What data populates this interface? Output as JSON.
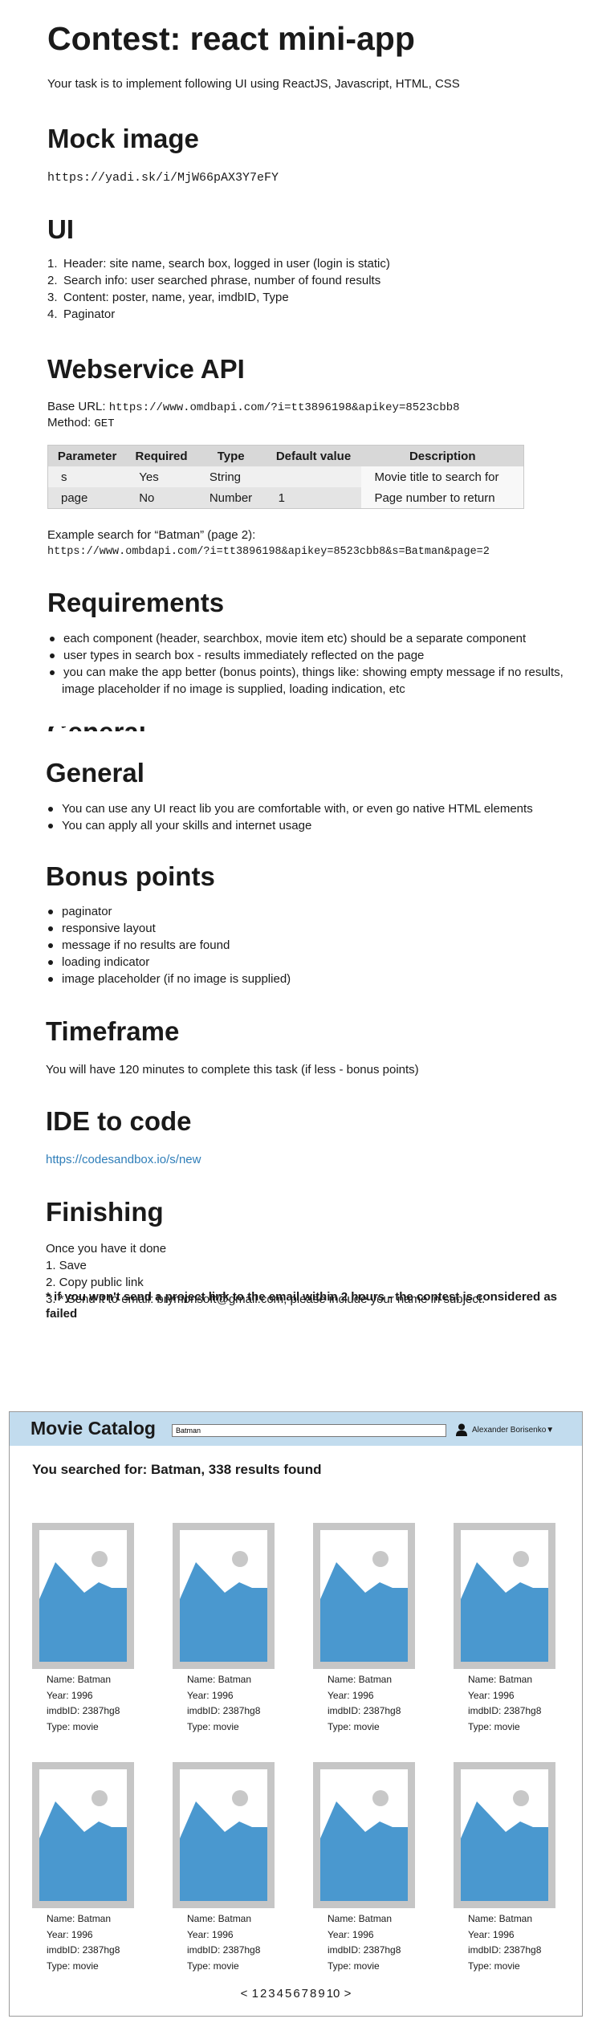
{
  "doc": {
    "title": "Contest: react mini-app",
    "intro": "Your task is to implement following UI using ReactJS, Javascript, HTML, CSS",
    "mock_heading": "Mock image",
    "mock_url": "https://yadi.sk/i/MjW66pAX3Y7eFY",
    "ui_heading": "UI",
    "ui_items": [
      {
        "n": "1.",
        "text": "Header: site name, search box, logged in user (login is static)"
      },
      {
        "n": "2.",
        "text": "Search info: user searched phrase, number of found results"
      },
      {
        "n": "3.",
        "text": "Content: poster, name, year, imdbID, Type"
      },
      {
        "n": "4.",
        "text": "Paginator"
      }
    ],
    "api_heading": "Webservice API",
    "base_url_label": "Base URL: ",
    "base_url": "https://www.omdbapi.com/?i=tt3896198&apikey=8523cbb8",
    "method_label": "Method: ",
    "method": "GET",
    "table": {
      "headers": [
        "Parameter",
        "Required",
        "Type",
        "Default value",
        "Description"
      ],
      "rows": [
        [
          "s",
          "Yes",
          "String",
          "",
          "Movie title to search for"
        ],
        [
          "page",
          "No",
          "Number",
          "1",
          "Page number to return"
        ]
      ]
    },
    "example_label": "Example search for “Batman” (page 2):",
    "example_url": "https://www.ombdapi.com/?i=tt3896198&apikey=8523cbb8&s=Batman&page=2",
    "req_heading": "Requirements",
    "req_items": [
      "each component (header, searchbox, movie item etc) should be a separate component",
      "user types in search box - results immediately reflected on the page",
      "you can make the app better (bonus points), things like: showing empty message if no results,",
      "image placeholder if no image is supplied, loading indication, etc"
    ],
    "general_heading": "General",
    "general_items": [
      "You can use any UI react lib you are comfortable with, or even go native HTML elements",
      "You can apply all your skills and internet usage"
    ],
    "bonus_heading": "Bonus points",
    "bonus_items": [
      "paginator",
      "responsive layout",
      "message if no results are found",
      "loading indicator",
      "image placeholder (if no image is supplied)"
    ],
    "timeframe_heading": "Timeframe",
    "timeframe_text": "You will have 120 minutes to complete this task (if less - bonus points)",
    "ide_heading": "IDE to code",
    "ide_link": "https://codesandbox.io/s/new",
    "finish_heading": "Finishing",
    "finish_lines": [
      "Once you have it done",
      "1. Save",
      "2. Copy public link",
      "3. * Send it to email: brymonsoft@gmail.com, please include your name in subject."
    ],
    "finish_note": "* if you won't send a project link to the email within 2 hours - the contest is considered as failed"
  },
  "mock": {
    "brand": "Movie Catalog",
    "search_value": "Batman",
    "user": "Alexander Borisenko",
    "user_caret": "▼",
    "searched": "You searched for: Batman, 338 results found",
    "colors": {
      "header_bg": "#c2dcee",
      "poster_frame": "#c6c6c6",
      "poster_blue": "#4a98cf",
      "sun": "#c8c8c8"
    },
    "cards": [
      {
        "name": "Name: Batman",
        "year": "Year: 1996",
        "imdb": "imdbID: 2387hg8",
        "type": "Type: movie"
      },
      {
        "name": "Name: Batman",
        "year": "Year: 1996",
        "imdb": "imdbID: 2387hg8",
        "type": "Type: movie"
      },
      {
        "name": "Name: Batman",
        "year": "Year: 1996",
        "imdb": "imdbID: 2387hg8",
        "type": "Type: movie"
      },
      {
        "name": "Name: Batman",
        "year": "Year: 1996",
        "imdb": "imdbID: 2387hg8",
        "type": "Type: movie"
      },
      {
        "name": "Name: Batman",
        "year": "Year: 1996",
        "imdb": "imdbID: 2387hg8",
        "type": "Type: movie"
      },
      {
        "name": "Name: Batman",
        "year": "Year: 1996",
        "imdb": "imdbID: 2387hg8",
        "type": "Type: movie"
      },
      {
        "name": "Name: Batman",
        "year": "Year: 1996",
        "imdb": "imdbID: 2387hg8",
        "type": "Type: movie"
      },
      {
        "name": "Name: Batman",
        "year": "Year: 1996",
        "imdb": "imdbID: 2387hg8",
        "type": "Type: movie"
      }
    ],
    "pager": {
      "prev": "<",
      "pages": [
        "1",
        "2",
        "3",
        "4",
        "5",
        "6",
        "7",
        "8",
        "9",
        "10"
      ],
      "next": ">"
    }
  }
}
